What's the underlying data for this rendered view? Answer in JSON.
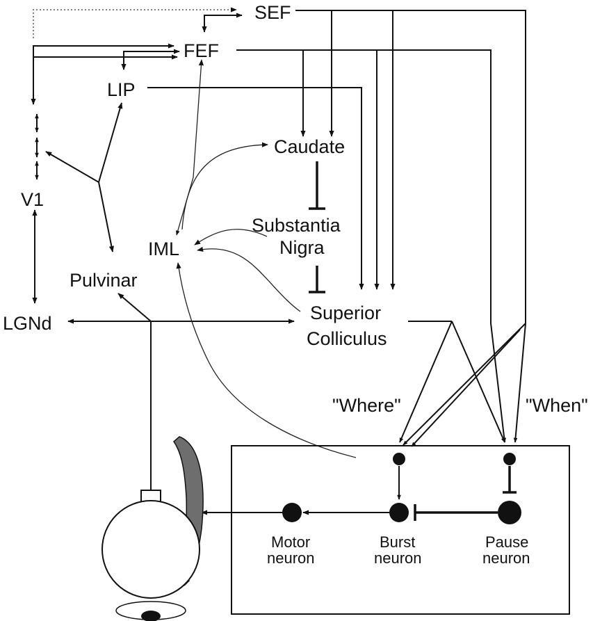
{
  "labels": {
    "sef": "SEF",
    "fef": "FEF",
    "lip": "LIP",
    "v1": "V1",
    "lgnd": "LGNd",
    "pulvinar": "Pulvinar",
    "iml": "IML",
    "caudate": "Caudate",
    "substantia": "Substantia",
    "nigra": "Nigra",
    "superior": "Superior",
    "colliculus": "Colliculus",
    "where": "\"Where\"",
    "when": "\"When\"",
    "motor": "Motor",
    "motor_neuron": "neuron",
    "burst": "Burst",
    "burst_neuron": "neuron",
    "pause": "Pause",
    "pause_neuron": "neuron"
  }
}
